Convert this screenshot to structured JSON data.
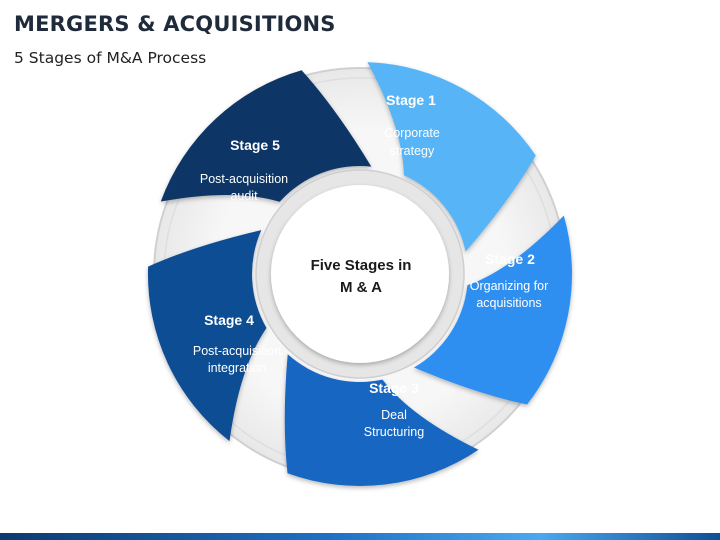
{
  "header": {
    "title": "MERGERS & ACQUISITIONS",
    "subtitle": "5 Stages of M&A Process"
  },
  "center": {
    "line1": "Five Stages in",
    "line2": "M & A"
  },
  "stages": [
    {
      "title": "Stage 1",
      "desc": [
        "Corporate",
        "strategy"
      ],
      "color": "#56b4f7"
    },
    {
      "title": "Stage 2",
      "desc": [
        "Organizing for",
        "acquisitions"
      ],
      "color": "#2d8ff0"
    },
    {
      "title": "Stage 3",
      "desc": [
        "Deal",
        "Structuring"
      ],
      "color": "#1566c2"
    },
    {
      "title": "Stage 4",
      "desc": [
        "Post-acquisition",
        "integration"
      ],
      "color": "#0e4d94"
    },
    {
      "title": "Stage 5",
      "desc": [
        "Post-acquisition",
        "audit"
      ],
      "color": "#0b3466"
    }
  ],
  "colors": {
    "ring": "#f3f3f3",
    "ring_edge": "#c9c9c9"
  }
}
